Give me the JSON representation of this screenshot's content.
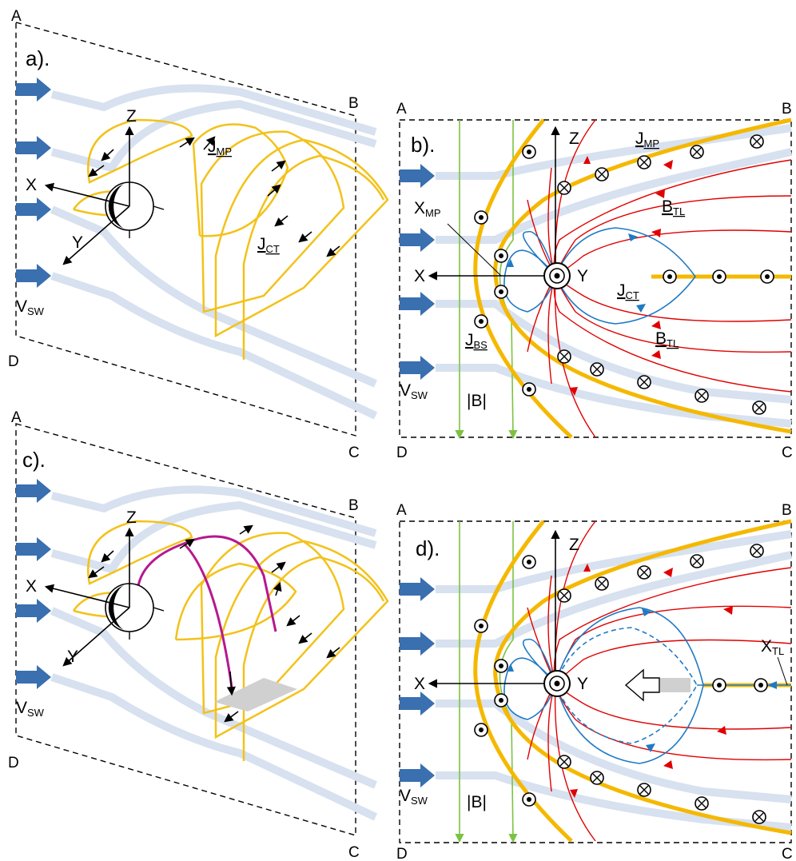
{
  "panels": {
    "a": {
      "label": "a).",
      "corners": {
        "A": "A",
        "B": "B",
        "C": "C",
        "D": "D"
      }
    },
    "b": {
      "label": "b).",
      "corners": {
        "A": "A",
        "B": "B",
        "C": "C",
        "D": "D"
      }
    },
    "c": {
      "label": "c).",
      "corners": {
        "A": "A",
        "B": "B",
        "C": "C",
        "D": "D"
      }
    },
    "d": {
      "label": "d).",
      "corners": {
        "A": "A",
        "B": "B",
        "C": "C",
        "D": "D"
      }
    }
  },
  "axes": {
    "x": "X",
    "y": "Y",
    "z": "Z"
  },
  "labels": {
    "j_mp": {
      "main": "J",
      "sub": "MP"
    },
    "j_ct": {
      "main": "J",
      "sub": "CT"
    },
    "j_bs": {
      "main": "J",
      "sub": "BS"
    },
    "b_tl": {
      "main": "B",
      "sub": "TL"
    },
    "x_mp": {
      "main": "X",
      "sub": "MP"
    },
    "x_tl": {
      "main": "X",
      "sub": "TL"
    },
    "v_sw": {
      "main": "V",
      "sub": "SW"
    },
    "b_mag": "|B|"
  },
  "colors": {
    "current_sheet": "#f5b800",
    "current_loop": "#f3c21a",
    "flow": "#d7e1ef",
    "solar_wind_arrow": "#3a6fb0",
    "field_red": "#e00000",
    "field_blue": "#1f7ac4",
    "field_green": "#7cc242",
    "substorm_current": "#b5188f",
    "reconnection_patch": "#d0d0d0"
  }
}
